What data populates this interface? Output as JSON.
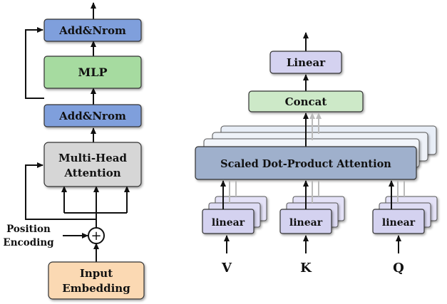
{
  "encoder": {
    "add_norm_top": "Add&Nrom",
    "mlp": "MLP",
    "add_norm_bottom": "Add&Nrom",
    "mha_line1": "Multi-Head",
    "mha_line2": "Attention",
    "position_line1": "Position",
    "position_line2": "Encoding",
    "plus_symbol": "+",
    "input_line1": "Input",
    "input_line2": "Embedding"
  },
  "attention": {
    "linear_out": "Linear",
    "concat": "Concat",
    "sdpa": "Scaled Dot-Product Attention",
    "linear_v": "linear",
    "linear_k": "linear",
    "linear_q": "linear",
    "input_v": "V",
    "input_k": "K",
    "input_q": "Q"
  },
  "colors": {
    "blue_fill": "#7f9fdc",
    "green_fill": "#a6dba0",
    "gray_fill": "#d6d6d6",
    "orange_fill": "#fbd9b3",
    "lavender_fill": "#d4d2f0",
    "sdpa_fill": "#9fb0cc",
    "concat_fill": "#cde9c8"
  }
}
